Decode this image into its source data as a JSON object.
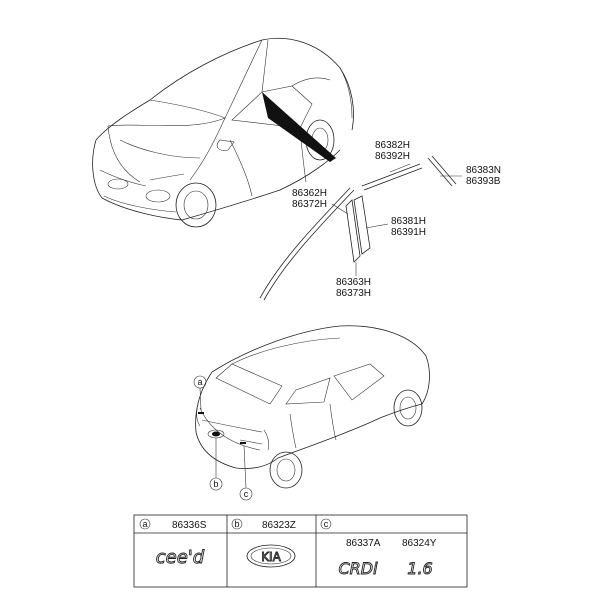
{
  "parts_top": {
    "p1_a": "86382H",
    "p1_b": "86392H",
    "p2_a": "86383N",
    "p2_b": "86393B",
    "p3_a": "86362H",
    "p3_b": "86372H",
    "p4_a": "86381H",
    "p4_b": "86391H",
    "p5_a": "86363H",
    "p5_b": "86373H"
  },
  "callouts": {
    "a": "a",
    "b": "b",
    "c": "c"
  },
  "table": {
    "col_a": {
      "letter": "a",
      "part": "86336S",
      "emblem_text": "cee'd"
    },
    "col_b": {
      "letter": "b",
      "part": "86323Z",
      "emblem_text": "KIA"
    },
    "col_c": {
      "letter": "c",
      "part1": "86337A",
      "part2": "86324Y",
      "emblem1_text": "CRDi",
      "emblem2_text": "1.6"
    }
  }
}
